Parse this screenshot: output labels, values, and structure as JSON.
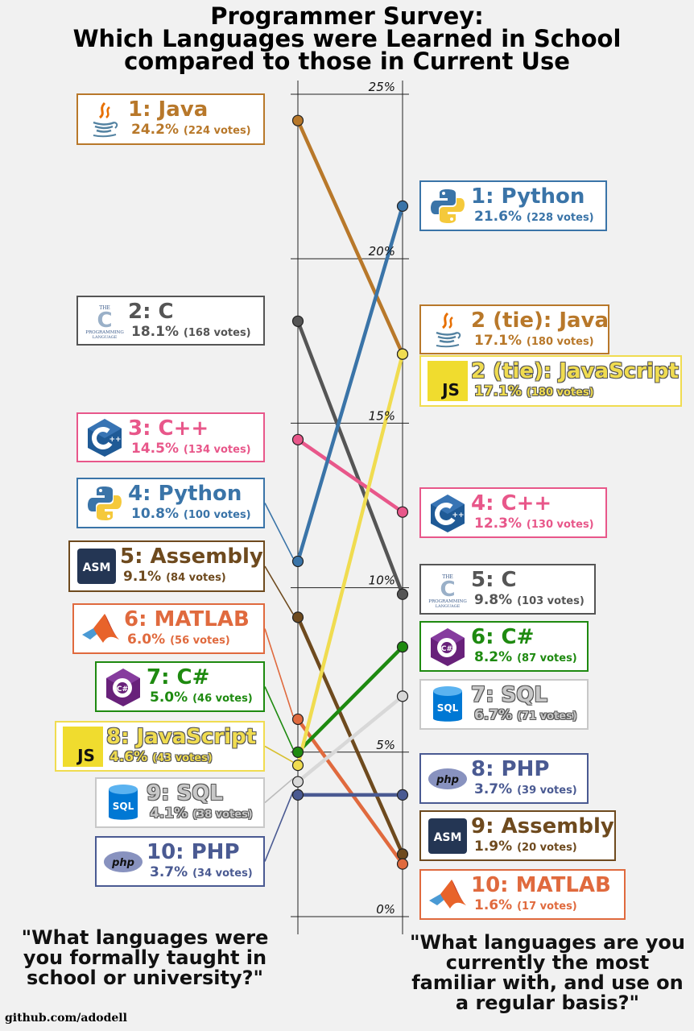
{
  "title_lines": [
    "Programmer Survey:",
    "Which Languages were Learned in School",
    "compared to those in Current Use"
  ],
  "chart_data": {
    "type": "slope",
    "title": "Programmer Survey: Which Languages were Learned in School compared to those in Current Use",
    "ylim": [
      0,
      25
    ],
    "yticks": [
      0,
      5,
      10,
      15,
      20,
      25
    ],
    "ytick_labels": [
      "0%",
      "5%",
      "10%",
      "15%",
      "20%",
      "25%"
    ],
    "grid": true,
    "columns": [
      "\"What languages were you formally taught in school or university?\"",
      "\"What languages are you currently the most familiar with, and use on a regular basis?\""
    ],
    "series": [
      {
        "name": "Java",
        "color": "#b8782a",
        "values": [
          24.2,
          17.1
        ],
        "votes": [
          224,
          180
        ],
        "ranks": [
          "1",
          "2 (tie)"
        ]
      },
      {
        "name": "C",
        "color": "#555555",
        "values": [
          18.1,
          9.8
        ],
        "votes": [
          168,
          103
        ],
        "ranks": [
          "2",
          "5"
        ]
      },
      {
        "name": "C++",
        "color": "#e8578a",
        "values": [
          14.5,
          12.3
        ],
        "votes": [
          134,
          130
        ],
        "ranks": [
          "3",
          "4"
        ]
      },
      {
        "name": "Python",
        "color": "#3a74a8",
        "values": [
          10.8,
          21.6
        ],
        "votes": [
          100,
          228
        ],
        "ranks": [
          "4",
          "1"
        ]
      },
      {
        "name": "Assembly",
        "color": "#6e4a1e",
        "values": [
          9.1,
          1.9
        ],
        "votes": [
          84,
          20
        ],
        "ranks": [
          "5",
          "9"
        ]
      },
      {
        "name": "MATLAB",
        "color": "#e06a3e",
        "values": [
          6.0,
          1.6
        ],
        "votes": [
          56,
          17
        ],
        "ranks": [
          "6",
          "10"
        ]
      },
      {
        "name": "C#",
        "color": "#1e8a10",
        "values": [
          5.0,
          8.2
        ],
        "votes": [
          46,
          87
        ],
        "ranks": [
          "7",
          "6"
        ]
      },
      {
        "name": "JavaScript",
        "color": "#f0dc50",
        "values": [
          4.6,
          17.1
        ],
        "votes": [
          43,
          180
        ],
        "ranks": [
          "8",
          "2 (tie)"
        ]
      },
      {
        "name": "SQL",
        "color": "#d8d8d8",
        "values": [
          4.1,
          6.7
        ],
        "votes": [
          38,
          71
        ],
        "ranks": [
          "9",
          "7"
        ]
      },
      {
        "name": "PHP",
        "color": "#4a5a92",
        "values": [
          3.7,
          3.7
        ],
        "votes": [
          34,
          39
        ],
        "ranks": [
          "10",
          "8"
        ]
      }
    ]
  },
  "left_labels": [
    {
      "name": "1: Java",
      "pct": "24.2%",
      "votes": "(224 votes)",
      "color": "#b8782a",
      "icon": "java-icon"
    },
    {
      "name": "2: C",
      "pct": "18.1%",
      "votes": "(168 votes)",
      "color": "#555555",
      "icon": "c-book-icon"
    },
    {
      "name": "3: C++",
      "pct": "14.5%",
      "votes": "(134 votes)",
      "color": "#e8578a",
      "icon": "cpp-icon"
    },
    {
      "name": "4: Python",
      "pct": "10.8%",
      "votes": "(100 votes)",
      "color": "#3a74a8",
      "icon": "python-icon"
    },
    {
      "name": "5: Assembly",
      "pct": "9.1%",
      "votes": "(84 votes)",
      "color": "#6e4a1e",
      "icon": "asm-icon"
    },
    {
      "name": "6: MATLAB",
      "pct": "6.0%",
      "votes": "(56 votes)",
      "color": "#e06a3e",
      "icon": "matlab-icon"
    },
    {
      "name": "7: C#",
      "pct": "5.0%",
      "votes": "(46 votes)",
      "color": "#1e8a10",
      "icon": "csharp-icon"
    },
    {
      "name": "8: JavaScript",
      "pct": "4.6%",
      "votes": "(43 votes)",
      "color": "#f0dc50",
      "icon": "js-icon"
    },
    {
      "name": "9: SQL",
      "pct": "4.1%",
      "votes": "(38 votes)",
      "color": "#c8c8c8",
      "icon": "sql-icon"
    },
    {
      "name": "10: PHP",
      "pct": "3.7%",
      "votes": "(34 votes)",
      "color": "#4a5a92",
      "icon": "php-icon"
    }
  ],
  "right_labels": [
    {
      "name": "1: Python",
      "pct": "21.6%",
      "votes": "(228 votes)",
      "color": "#3a74a8",
      "icon": "python-icon"
    },
    {
      "name": "2 (tie): Java",
      "pct": "17.1%",
      "votes": "(180 votes)",
      "color": "#b8782a",
      "icon": "java-icon"
    },
    {
      "name": "2 (tie): JavaScript",
      "pct": "17.1%",
      "votes": "(180 votes)",
      "color": "#f0dc50",
      "icon": "js-icon"
    },
    {
      "name": "4: C++",
      "pct": "12.3%",
      "votes": "(130 votes)",
      "color": "#e8578a",
      "icon": "cpp-icon"
    },
    {
      "name": "5: C",
      "pct": "9.8%",
      "votes": "(103 votes)",
      "color": "#555555",
      "icon": "c-book-icon"
    },
    {
      "name": "6: C#",
      "pct": "8.2%",
      "votes": "(87 votes)",
      "color": "#1e8a10",
      "icon": "csharp-icon"
    },
    {
      "name": "7: SQL",
      "pct": "6.7%",
      "votes": "(71 votes)",
      "color": "#c8c8c8",
      "icon": "sql-icon"
    },
    {
      "name": "8: PHP",
      "pct": "3.7%",
      "votes": "(39 votes)",
      "color": "#4a5a92",
      "icon": "php-icon"
    },
    {
      "name": "9: Assembly",
      "pct": "1.9%",
      "votes": "(20 votes)",
      "color": "#6e4a1e",
      "icon": "asm-icon"
    },
    {
      "name": "10: MATLAB",
      "pct": "1.6%",
      "votes": "(17 votes)",
      "color": "#e06a3e",
      "icon": "matlab-icon"
    }
  ],
  "question_left": "\"What languages were you formally taught in school or university?\"",
  "question_right": "\"What languages are you currently the most familiar with, and use on a regular basis?\"",
  "credit": "github.com/adodell",
  "icon_text": {
    "c_book": [
      "THE",
      "C",
      "PROGRAMMING",
      "LANGUAGE"
    ],
    "asm": "ASM",
    "js": "JS",
    "sql": "SQL",
    "php": "php",
    "csharp": "C#",
    "cpp": "++"
  }
}
